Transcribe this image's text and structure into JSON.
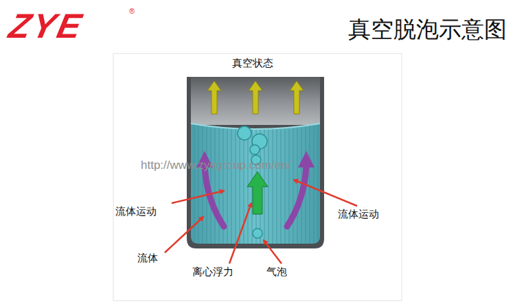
{
  "diagram": {
    "title": "真空脱泡示意图",
    "labels": [
      "ZYE",
      "®",
      "真空状态",
      "http://www.zyegroup.com/en/",
      "流体运动",
      "流体运动",
      "流体",
      "离心浮力",
      "气泡"
    ]
  }
}
